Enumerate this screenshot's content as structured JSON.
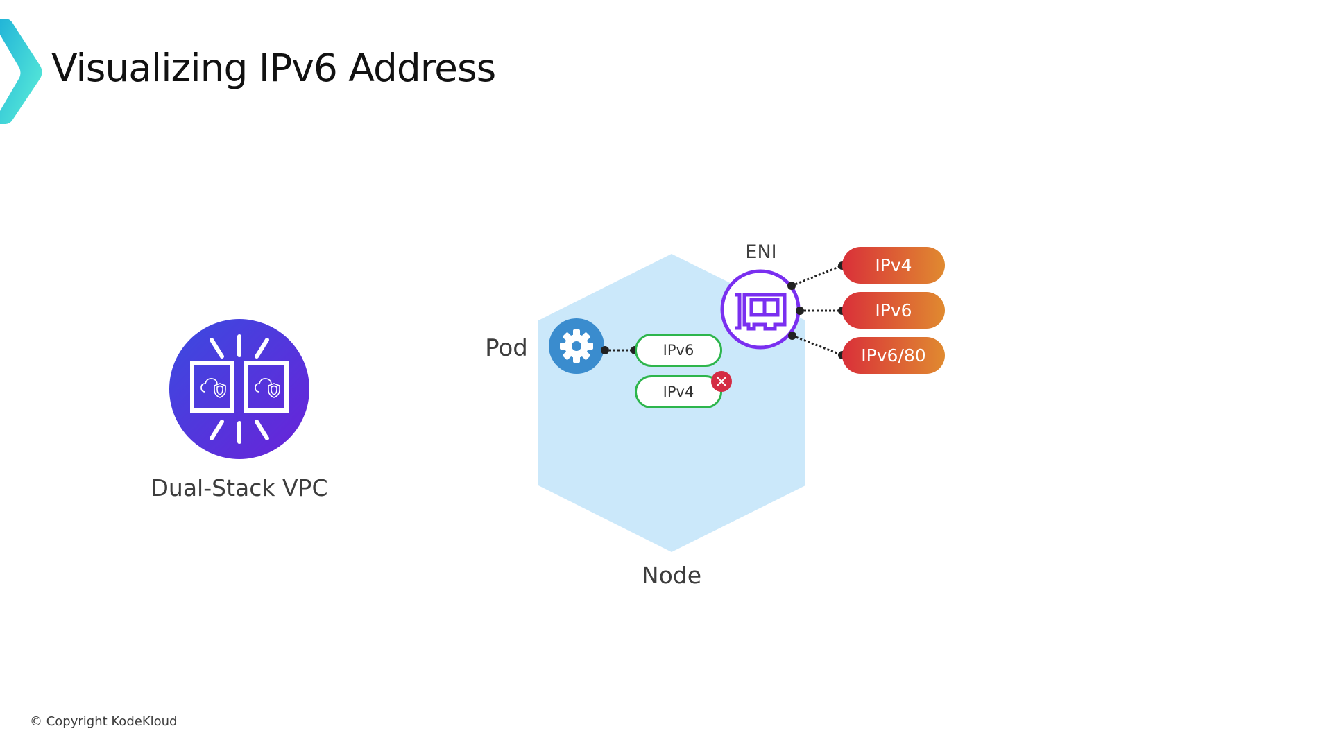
{
  "slide": {
    "title": "Visualizing IPv6 Address",
    "copyright": "© Copyright KodeKloud"
  },
  "colors": {
    "accent_chevron_start": "#22b5d8",
    "accent_chevron_end": "#5ef0d8",
    "vpc_gradient_start": "#3a4be0",
    "vpc_gradient_end": "#6a22d8",
    "node_fill": "#cbe8fa",
    "pod_fill": "#3a8cce",
    "eni_stroke": "#7a2ff0",
    "pod_pill_border": "#2db54c",
    "reject_badge": "#d42c44",
    "eni_pill_start": "#d93039",
    "eni_pill_end": "#e08a30",
    "connector": "#222222"
  },
  "vpc": {
    "label": "Dual-Stack VPC",
    "icon": "dual-stack-vpc-icon"
  },
  "node": {
    "label": "Node",
    "shape": "hexagon"
  },
  "pod": {
    "label": "Pod",
    "icon": "gear-icon",
    "addresses": [
      {
        "label": "IPv6",
        "status": "assigned"
      },
      {
        "label": "IPv4",
        "status": "rejected",
        "badge_icon": "close-icon"
      }
    ]
  },
  "eni": {
    "label": "ENI",
    "icon": "network-card-icon",
    "addresses": [
      {
        "label": "IPv4"
      },
      {
        "label": "IPv6"
      },
      {
        "label": "IPv6/80"
      }
    ]
  }
}
